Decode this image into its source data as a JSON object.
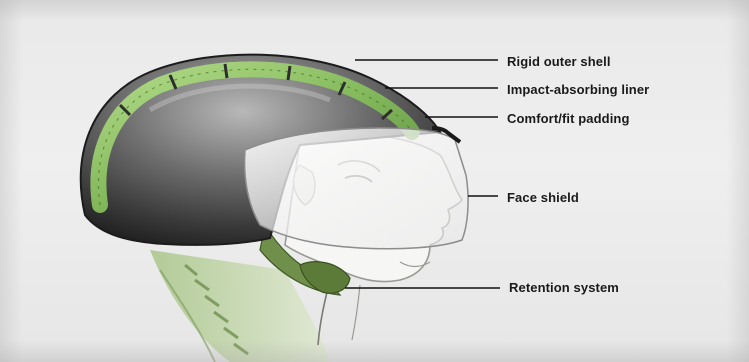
{
  "labels": {
    "rigid_outer_shell": "Rigid outer shell",
    "impact_absorbing_liner": "Impact-absorbing liner",
    "comfort_fit_padding": "Comfort/fit padding",
    "face_shield": "Face shield",
    "retention_system": "Retention system"
  },
  "colors": {
    "shell_dark": "#2b2b2b",
    "shell_light": "#a9a9a9",
    "liner_green": "#8fc46a",
    "strap_green": "#5f7f3c",
    "leader_line": "#111111"
  }
}
